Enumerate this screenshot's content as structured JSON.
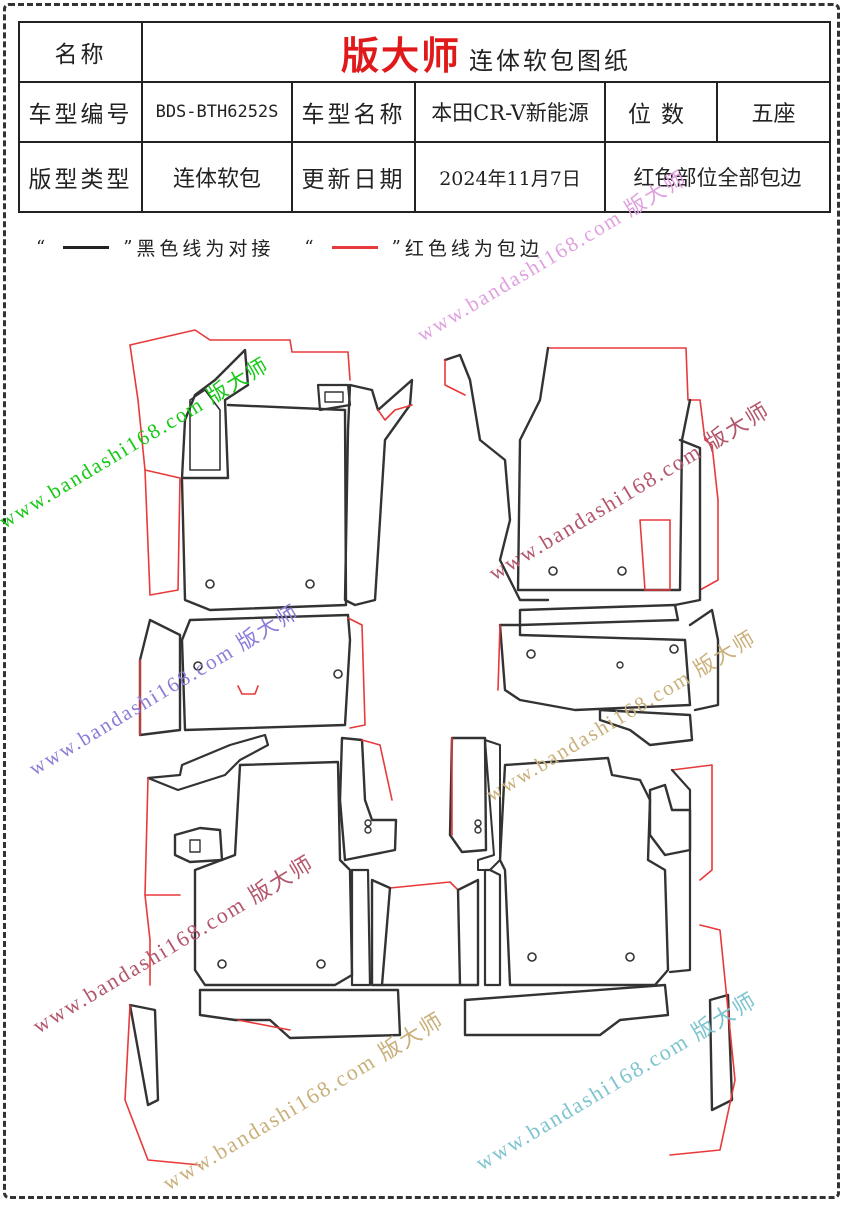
{
  "header": {
    "name_label": "名称",
    "brand": "版大师",
    "doc_title": "连体软包图纸",
    "model_code_label": "车型编号",
    "model_code": "BDS-BTH6252S",
    "model_name_label": "车型名称",
    "model_name": "本田CR-V新能源",
    "seats_label": "位数",
    "seats": "五座",
    "type_label": "版型类型",
    "type": "连体软包",
    "date_label": "更新日期",
    "date": "2024年11月7日",
    "note": "红色部位全部包边"
  },
  "legend": {
    "open_quote": "“",
    "close_quote": "”",
    "black_text": "黑色线为对接",
    "red_text": "红色线为包边",
    "black_color": "#222222",
    "red_color": "#e8393b"
  },
  "watermark": {
    "text": "www.bandashi168.com 版大师",
    "colors": [
      "#15c915",
      "#e0a0e0",
      "#8d7bd8",
      "#b3566b",
      "#c9b07a",
      "#7ec4cf"
    ]
  }
}
